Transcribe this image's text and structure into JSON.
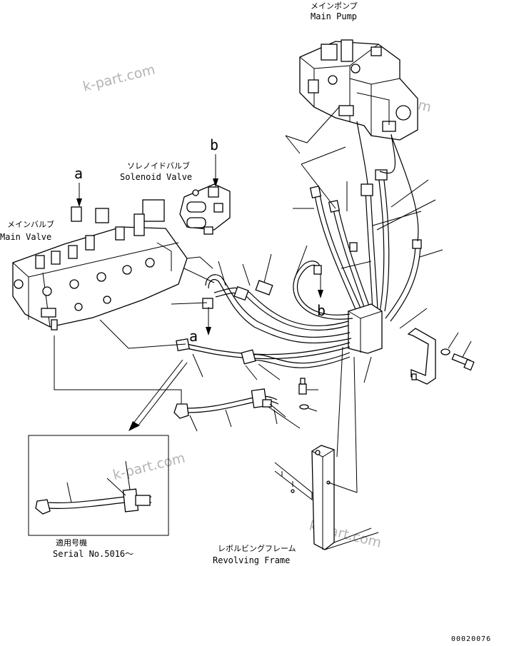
{
  "labels": {
    "main_pump_jp": "メインポンプ",
    "main_pump_en": "Main Pump",
    "solenoid_jp": "ソレノイドバルブ",
    "solenoid_en": "Solenoid Valve",
    "main_valve_jp": "メインバルブ",
    "main_valve_en": "Main Valve",
    "revolving_jp": "レボルビングフレーム",
    "revolving_en": "Revolving Frame",
    "serial_jp": "適用号機",
    "serial_en": "Serial No.5016～",
    "ref_a_top": "a",
    "ref_a_bottom": "a",
    "ref_b_top": "b",
    "ref_b_bottom": "b"
  },
  "watermarks": {
    "w1": "k-part.com",
    "w2": "k-part.com",
    "w3": "k-part.com",
    "w4": "k-part.com"
  },
  "page_number": "00020076"
}
